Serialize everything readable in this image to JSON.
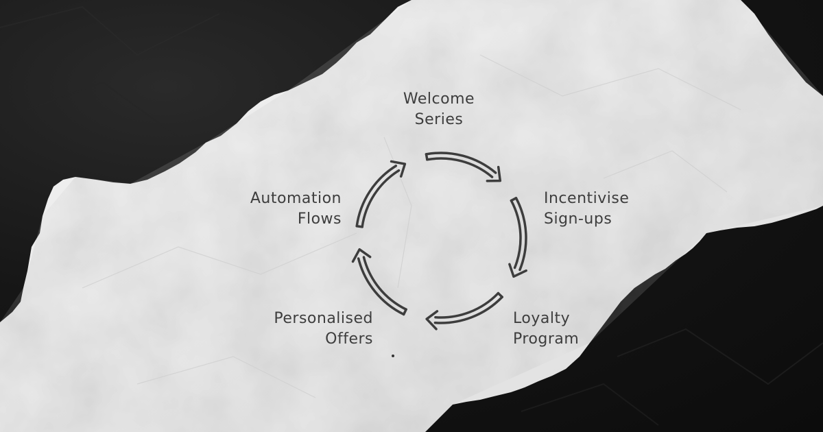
{
  "diagram": {
    "type": "cycle",
    "nodes": [
      {
        "line1": "Welcome",
        "line2": "Series"
      },
      {
        "line1": "Incentivise",
        "line2": "Sign-ups"
      },
      {
        "line1": "Loyalty",
        "line2": "Program"
      },
      {
        "line1": "Personalised",
        "line2": "Offers"
      },
      {
        "line1": "Automation",
        "line2": "Flows"
      }
    ],
    "colors": {
      "background": "#141414",
      "paper": "#ececec",
      "ink": "#3d3d3d"
    }
  }
}
